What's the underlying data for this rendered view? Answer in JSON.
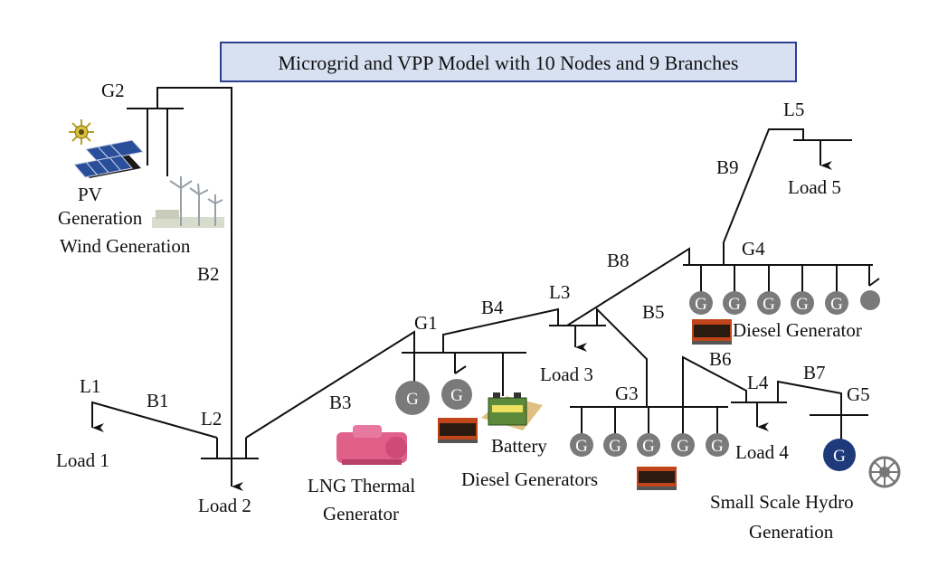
{
  "title": "Microgrid and VPP Model with 10 Nodes and 9 Branches",
  "nodes": {
    "g1": "G1",
    "g2": "G2",
    "g3": "G3",
    "g4": "G4",
    "g5": "G5",
    "l1": "L1",
    "l2": "L2",
    "l3": "L3",
    "l4": "L4",
    "l5": "L5"
  },
  "branches": {
    "b1": "B1",
    "b2": "B2",
    "b3": "B3",
    "b4": "B4",
    "b5": "B5",
    "b6": "B6",
    "b7": "B7",
    "b8": "B8",
    "b9": "B9"
  },
  "loads": {
    "load1": "Load 1",
    "load2": "Load 2",
    "load3": "Load 3",
    "load4": "Load 4",
    "load5": "Load 5"
  },
  "sources": {
    "pv_line1": "PV",
    "pv_line2": "Generation",
    "wind": "Wind Generation",
    "lng_line1": "LNG Thermal",
    "lng_line2": "Generator",
    "battery": "Battery",
    "diesel_generators": "Diesel Generators",
    "diesel_generator": "Diesel Generator",
    "hydro_line1": "Small Scale Hydro",
    "hydro_line2": "Generation"
  },
  "generator_symbol": "G",
  "colors": {
    "title_fill": "#d7e1f2",
    "title_border": "#2f3f8f",
    "generator_gray": "#7a7a7a",
    "hydro_blue": "#1f3a7a",
    "diesel_orange": "#c0451b",
    "lng_pink": "#e0608a",
    "battery_green": "#5a8a3a",
    "pv_blue": "#2a4f9a"
  }
}
